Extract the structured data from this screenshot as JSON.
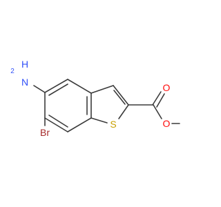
{
  "molecule": {
    "atoms": {
      "amino_N": "N",
      "amino_H2": "H",
      "amino_H2_sub": "2",
      "bromine": "Br",
      "ring_sulfur": "S",
      "carbonyl_O": "O",
      "ester_O": "O"
    },
    "colors": {
      "bond": "#3a3a3a",
      "nitrogen": "#3050f8",
      "bromine": "#a62929",
      "sulfur": "#c8a000",
      "oxygen": "#ff0d0d"
    }
  }
}
